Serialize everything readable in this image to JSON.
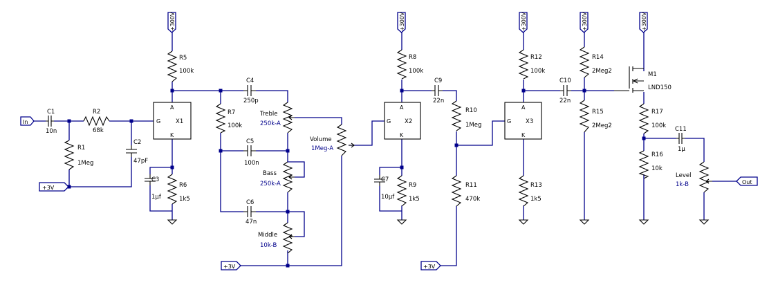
{
  "supplies": {
    "hv": "+300V",
    "neg": "+3V"
  },
  "ports": {
    "in": "In",
    "out": "Out"
  },
  "pins": {
    "g": "G",
    "a": "A",
    "k": "K"
  },
  "tubes": {
    "x1": "X1",
    "x2": "X2",
    "x3": "X3"
  },
  "mosfet": {
    "name": "M1",
    "model": "LND150"
  },
  "components": {
    "c1": {
      "ref": "C1",
      "val": "10n"
    },
    "r2": {
      "ref": "R2",
      "val": "68k"
    },
    "r1": {
      "ref": "R1",
      "val": "1Meg"
    },
    "c2": {
      "ref": "C2",
      "val": "47pF"
    },
    "r5": {
      "ref": "R5",
      "val": "100k"
    },
    "c3": {
      "ref": "C3",
      "val": "1µf"
    },
    "r6": {
      "ref": "R6",
      "val": "1k5"
    },
    "c4": {
      "ref": "C4",
      "val": "250p"
    },
    "r7": {
      "ref": "R7",
      "val": "100k"
    },
    "c5": {
      "ref": "C5",
      "val": "100n"
    },
    "c6": {
      "ref": "C6",
      "val": "47n"
    },
    "treble": {
      "ref": "Treble",
      "val": "250k-A"
    },
    "bass": {
      "ref": "Bass",
      "val": "250k-A"
    },
    "middle": {
      "ref": "Middle",
      "val": "10k-B"
    },
    "volume": {
      "ref": "Volume",
      "val": "1Meg-A"
    },
    "r8": {
      "ref": "R8",
      "val": "100k"
    },
    "c7": {
      "ref": "C7",
      "val": "10µf"
    },
    "r9": {
      "ref": "R9",
      "val": "1k5"
    },
    "c9": {
      "ref": "C9",
      "val": "22n"
    },
    "r10": {
      "ref": "R10",
      "val": "1Meg"
    },
    "r11": {
      "ref": "R11",
      "val": "470k"
    },
    "r12": {
      "ref": "R12",
      "val": "100k"
    },
    "r13": {
      "ref": "R13",
      "val": "1k5"
    },
    "c10": {
      "ref": "C10",
      "val": "22n"
    },
    "r14": {
      "ref": "R14",
      "val": "2Meg2"
    },
    "r15": {
      "ref": "R15",
      "val": "2Meg2"
    },
    "r17": {
      "ref": "R17",
      "val": "100k"
    },
    "r16": {
      "ref": "R16",
      "val": "10k"
    },
    "c11": {
      "ref": "C11",
      "val": "1µ"
    },
    "level": {
      "ref": "Level",
      "val": "1k-B"
    }
  }
}
